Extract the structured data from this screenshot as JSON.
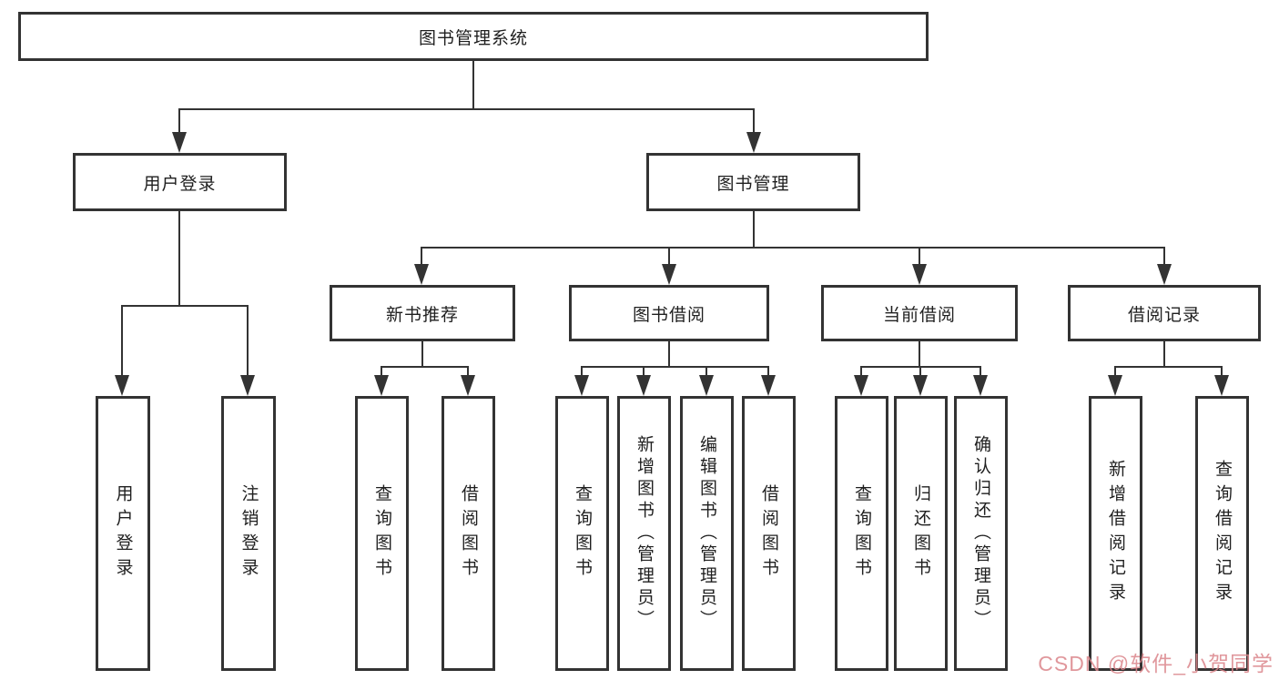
{
  "colors": {
    "line": "#333333",
    "text": "#1f1f1f",
    "box_background": "#ffffff",
    "watermark": "#db868b"
  },
  "nodes": {
    "root": {
      "label": "图书管理系统"
    },
    "user_login": {
      "label": "用户登录"
    },
    "book_management": {
      "label": "图书管理"
    },
    "new_book_recommend": {
      "label": "新书推荐"
    },
    "book_borrow": {
      "label": "图书借阅"
    },
    "current_borrow": {
      "label": "当前借阅"
    },
    "borrow_records": {
      "label": "借阅记录"
    },
    "leaf_user_login": {
      "label": "用户登录"
    },
    "leaf_logout": {
      "label": "注销登录"
    },
    "leaf_recommend_query_books": {
      "label": "查询图书"
    },
    "leaf_recommend_borrow_books": {
      "label": "借阅图书"
    },
    "leaf_borrow_query_books": {
      "label": "查询图书"
    },
    "leaf_borrow_add_books_admin": {
      "label": "新增图书（管理员）"
    },
    "leaf_borrow_edit_books_admin": {
      "label": "编辑图书（管理员）"
    },
    "leaf_borrow_borrow_books": {
      "label": "借阅图书"
    },
    "leaf_current_query_books": {
      "label": "查询图书"
    },
    "leaf_current_return_books": {
      "label": "归还图书"
    },
    "leaf_current_confirm_return_admin": {
      "label": "确认归还（管理员）"
    },
    "leaf_records_add_record": {
      "label": "新增借阅记录"
    },
    "leaf_records_query_record": {
      "label": "查询借阅记录"
    }
  },
  "watermark": {
    "text": "CSDN @软件_小贺同学"
  }
}
